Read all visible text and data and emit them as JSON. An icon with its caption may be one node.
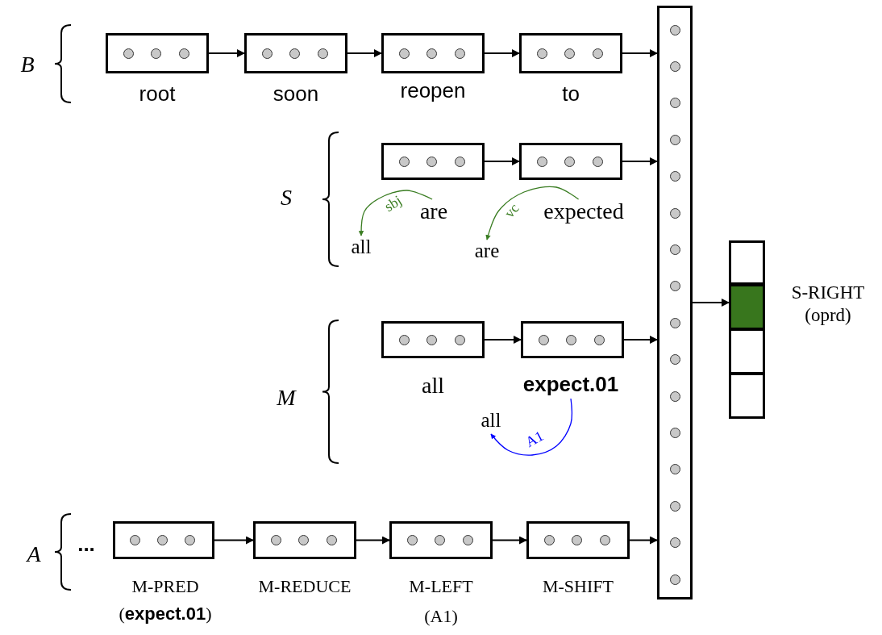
{
  "diagram": {
    "nodes": [
      {
        "text": [],
        "shape": "box",
        "beside": [
          "root"
        ]
      },
      {
        "text": [],
        "shape": "box",
        "beside": [
          "soon"
        ]
      },
      {
        "text": [],
        "shape": "box",
        "beside": [
          "reopen"
        ]
      },
      {
        "text": [],
        "shape": "box",
        "beside": [
          "to"
        ]
      },
      {
        "text": [],
        "shape": "box"
      },
      {
        "text": [],
        "shape": "box"
      },
      {
        "text": [],
        "shape": "box"
      },
      {
        "text": [
          "are"
        ]
      },
      {
        "text": [
          "expected"
        ]
      },
      {
        "text": [
          "all"
        ]
      },
      {
        "text": [
          "are"
        ]
      },
      {
        "text": [],
        "shape": "box",
        "beside": [
          "S-RIGHT",
          "(oprd)"
        ]
      },
      {
        "text": [],
        "shape": "box",
        "beside": [
          "all"
        ]
      },
      {
        "text": [],
        "shape": "box"
      },
      {
        "text": [
          "expect.01"
        ]
      },
      {
        "text": [
          "all"
        ]
      },
      {
        "text": [],
        "shape": "box",
        "beside": [
          "M-PRED",
          "(**expect.01**)"
        ]
      },
      {
        "text": [],
        "shape": "box",
        "beside": [
          "M-REDUCE"
        ]
      },
      {
        "text": [],
        "shape": "box",
        "beside": [
          "M-LEFT",
          "(A1)"
        ]
      },
      {
        "text": [],
        "shape": "box",
        "beside": [
          "M-SHIFT"
        ]
      }
    ],
    "edges": [
      {
        "from": 0,
        "to": 1,
        "arrow": "to"
      },
      {
        "from": 1,
        "to": 2,
        "arrow": "to"
      },
      {
        "from": 2,
        "to": 3,
        "arrow": "to"
      },
      {
        "from": 3,
        "to": 4,
        "arrow": "to"
      },
      {
        "from": 5,
        "to": 6,
        "arrow": "to"
      },
      {
        "from": 6,
        "to": 4,
        "arrow": "to"
      },
      {
        "from": 7,
        "to": 9,
        "arrow": "to",
        "label": "sbj",
        "color": "#3a7d22"
      },
      {
        "from": 8,
        "to": 10,
        "arrow": "to",
        "label": "vc",
        "color": "#3a7d22"
      },
      {
        "from": 4,
        "to": 11,
        "arrow": "to"
      },
      {
        "from": 12,
        "to": 13,
        "arrow": "to"
      },
      {
        "from": 13,
        "to": 4,
        "arrow": "to"
      },
      {
        "from": 14,
        "to": 15,
        "arrow": "to",
        "label": "A1",
        "color": "#0000ff"
      },
      {
        "from": 16,
        "to": 17,
        "arrow": "to"
      },
      {
        "from": 17,
        "to": 18,
        "arrow": "to"
      },
      {
        "from": 18,
        "to": 19,
        "arrow": "to"
      },
      {
        "from": 19,
        "to": 4,
        "arrow": "to"
      }
    ],
    "labels": [
      "B",
      "S",
      "M",
      "A",
      "..."
    ]
  }
}
